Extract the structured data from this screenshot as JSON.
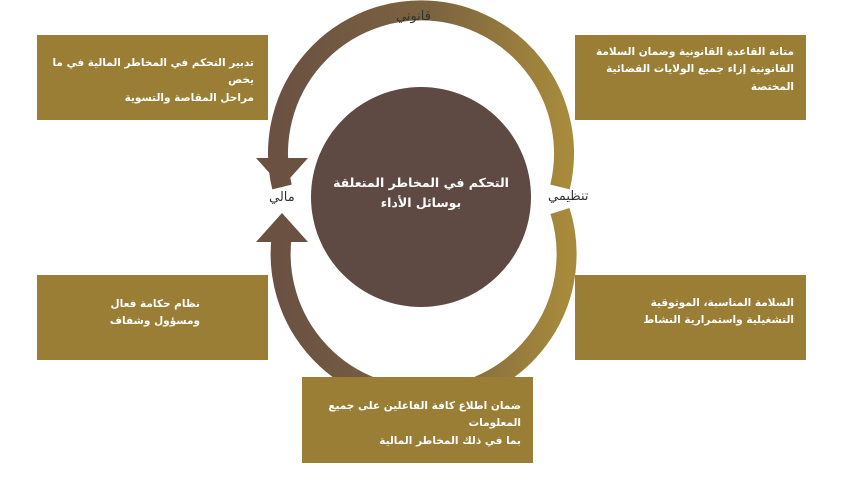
{
  "center": {
    "text_line1": "التحكم في المخاطر المتعلقة",
    "text_line2": "بوسائل الأداء"
  },
  "labels": {
    "legal": "قانوني",
    "regulatory": "تنظيمي",
    "financial": "مالي"
  },
  "boxes": {
    "top_right": {
      "line1": "متانة القاعدة القانونية وضمان السلامة",
      "line2": "القانونية إزاء جميع الولايات القضائية",
      "line3": "المختصة"
    },
    "top_left": {
      "line1": "تدبير التحكم في المخاطر المالية في ما يخص",
      "line2": "مراحل المقاصة والتسوية"
    },
    "bottom_right": {
      "line1": "السلامة المناسبة، الموثوقية",
      "line2": "التشغيلية واستمرارية النشاط"
    },
    "bottom_left": {
      "line1": "نظام حكامة فعال",
      "line2": "ومسؤول وشفاف"
    },
    "bottom_center": {
      "line1": "ضمان اطلاع كافة الفاعلين على جميع المعلومات",
      "line2": "بما في ذلك المخاطر المالية"
    }
  },
  "colors": {
    "box_fill": "#9b7e35",
    "center_circle": "#5e4a42",
    "arrow_dark": "#6a5142",
    "arrow_gold": "#a78a3b"
  }
}
